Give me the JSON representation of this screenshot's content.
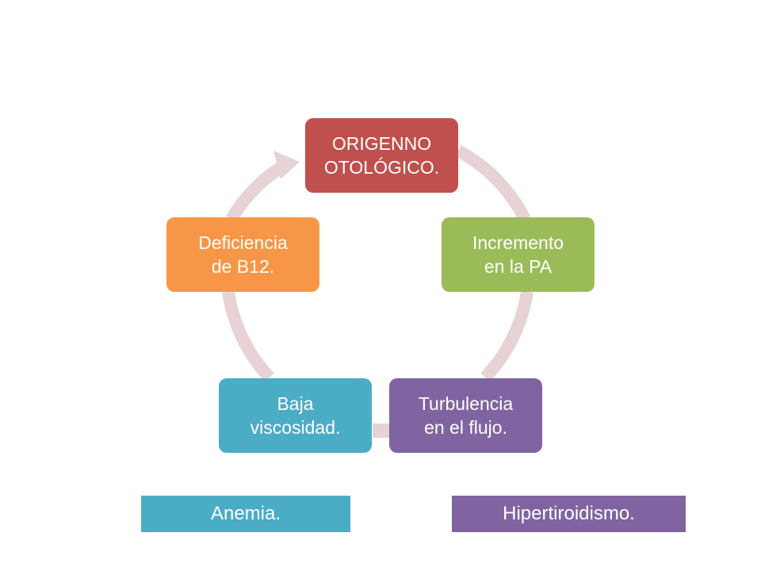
{
  "cycle": {
    "nodes": [
      {
        "text": "ORIGENNO\nOTOLÓGICO.",
        "color": "#c0504d"
      },
      {
        "text": "Incremento\nen la PA",
        "color": "#9bbb59"
      },
      {
        "text": "Turbulencia\nen el flujo.",
        "color": "#8064a2"
      },
      {
        "text": "Baja\nviscosidad.",
        "color": "#4bacc6"
      },
      {
        "text": "Deficiencia\nde B12.",
        "color": "#f79646"
      }
    ],
    "arrow_color": "#e7d3d5"
  },
  "tags": {
    "anemia": {
      "text": "Anemia.",
      "color": "#4bacc6"
    },
    "hyper": {
      "text": "Hipertiroidismo.",
      "color": "#8064a2"
    }
  }
}
